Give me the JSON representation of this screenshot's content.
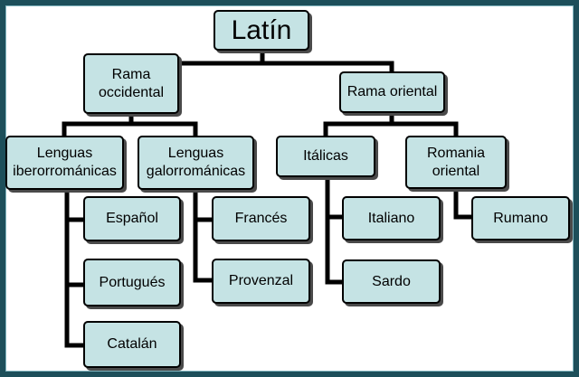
{
  "nodes": {
    "latin": "Latín",
    "rama_occidental": "Rama occidental",
    "rama_oriental": "Rama oriental",
    "iberorromanicas": "Lenguas iberorrománicas",
    "galorromanicas": "Lenguas galorrománicas",
    "italicas": "Itálicas",
    "romania_oriental": "Romania oriental",
    "espanol": "Español",
    "portugues": "Portugués",
    "catalan": "Catalán",
    "frances": "Francés",
    "provenzal": "Provenzal",
    "italiano": "Italiano",
    "sardo": "Sardo",
    "rumano": "Rumano"
  },
  "colors": {
    "node_fill": "#c5e3e4",
    "frame_background": "#1d4f5a",
    "connector": "#000000"
  }
}
